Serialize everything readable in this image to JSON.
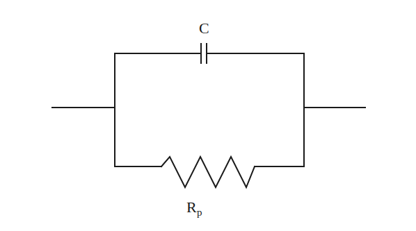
{
  "diagram": {
    "labels": [
      "C",
      "R",
      "p"
    ]
  }
}
